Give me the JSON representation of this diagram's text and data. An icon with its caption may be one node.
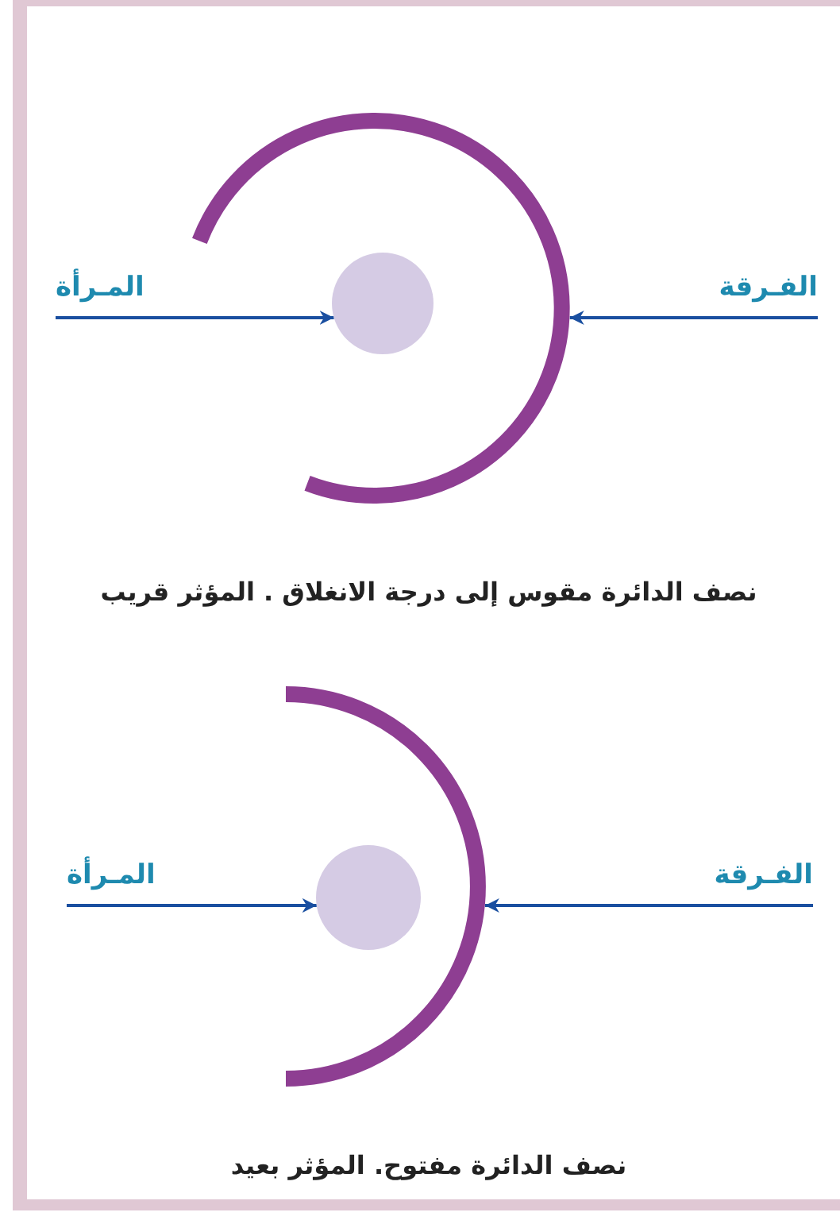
{
  "diagram": {
    "nodes": [
      {
        "text": [
          "المـرأة"
        ]
      },
      {
        "text": [],
        "shape": "arc"
      },
      {
        "text": [],
        "shape": "circle",
        "in": 1
      },
      {
        "text": [
          "الفـرقة"
        ]
      },
      {
        "text": [
          "المـرأة"
        ]
      },
      {
        "text": [],
        "shape": "arc"
      },
      {
        "text": [],
        "shape": "circle",
        "in": 5
      },
      {
        "text": [
          "الفـرقة"
        ]
      }
    ],
    "edges": [
      {
        "from": 0,
        "to": 2,
        "arrow": "to"
      },
      {
        "from": 3,
        "to": 1,
        "arrow": "to"
      },
      {
        "from": 4,
        "to": 6,
        "arrow": "to"
      },
      {
        "from": 7,
        "to": 5,
        "arrow": "to"
      }
    ],
    "labels": [
      "نصف الدائرة مقوس إلى درجة الانغلاق . المؤثر قريب",
      "نصف الدائرة مفتوح. المؤثر بعيد"
    ]
  }
}
